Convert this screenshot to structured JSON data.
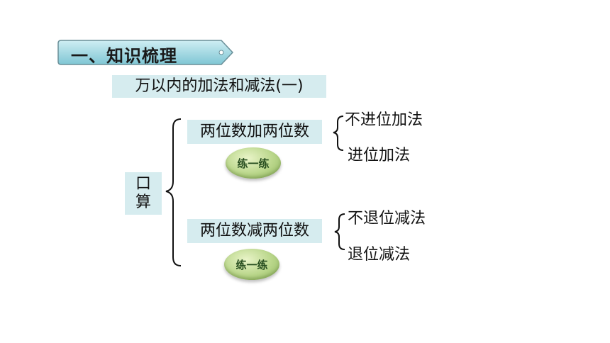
{
  "header": {
    "title": "一、知识梳理"
  },
  "subtitle": "万以内的加法和减法(一)",
  "root": {
    "line1": "口",
    "line2": "算"
  },
  "branches": [
    {
      "label": "两位数加两位数",
      "practice_label": "练一练",
      "leaves": [
        "不进位加法",
        "进位加法"
      ]
    },
    {
      "label": "两位数减两位数",
      "practice_label": "练一练",
      "leaves": [
        "不退位减法",
        "退位减法"
      ]
    }
  ]
}
